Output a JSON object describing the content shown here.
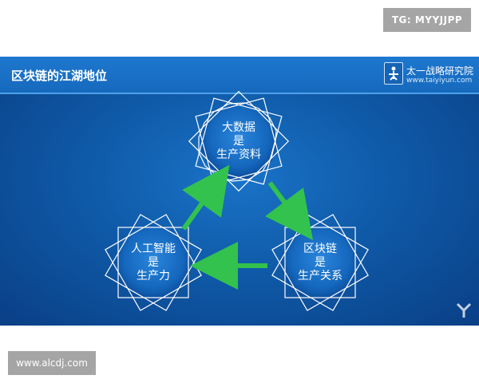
{
  "watermarks": {
    "top": "TG: MYYJJPP",
    "bottom": "www.alcdj.com"
  },
  "slide": {
    "title": "区块链的江湖地位",
    "org_name": "太一战略研究院",
    "org_url": "www.taiyiyun.com",
    "colors": {
      "background": "#0f5aa8",
      "arrow": "#33c24d",
      "outline": "#ffffff"
    }
  },
  "nodes": [
    {
      "line1": "大数据",
      "line2": "是",
      "line3": "生产资料"
    },
    {
      "line1": "区块链",
      "line2": "是",
      "line3": "生产关系"
    },
    {
      "line1": "人工智能",
      "line2": "是",
      "line3": "生产力"
    }
  ],
  "icons": {
    "logo": "taiyi-logo-icon",
    "corner": "corner-logo-icon"
  }
}
